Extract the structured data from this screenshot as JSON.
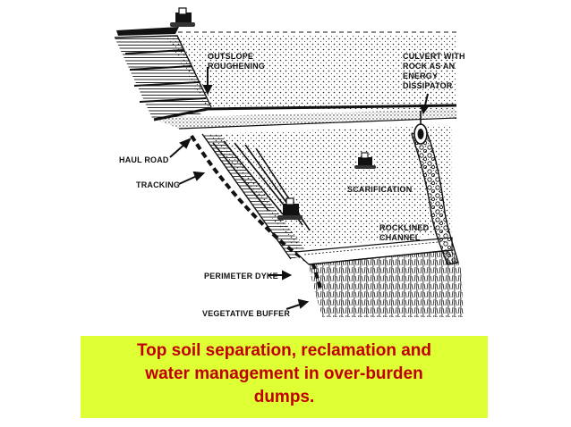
{
  "diagram": {
    "labels": {
      "outslope": [
        "OUTSLOPE",
        "ROUGHENING"
      ],
      "culvert": [
        "CULVERT WITH",
        "ROCK AS AN",
        "ENERGY",
        "DISSIPATOR"
      ],
      "haul_road": "HAUL ROAD",
      "tracking": "TRACKING",
      "scarification": "SCARIFICATION",
      "channel": [
        "ROCKLINED",
        "CHANNEL"
      ],
      "perimeter_dyke": "PERIMETER DYKE",
      "vegetative_buffer": "VEGETATIVE BUFFER"
    }
  },
  "caption": {
    "lines": [
      "Top soil separation, reclamation and",
      "water management in over-burden",
      "dumps."
    ]
  },
  "colors": {
    "caption_background": "#ddff33",
    "caption_text": "#c00000",
    "ink": "#111111"
  }
}
